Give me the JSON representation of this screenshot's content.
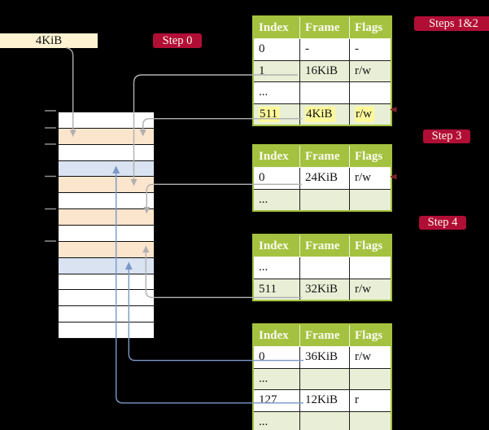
{
  "frame_size_label": "4KiB",
  "badges": {
    "step0": "Step 0",
    "steps12": "Steps 1&2",
    "step3": "Step 3",
    "step4": "Step 4"
  },
  "memory_stack": {
    "rows": [
      {
        "fill": "white"
      },
      {
        "fill": "orange"
      },
      {
        "fill": "white"
      },
      {
        "fill": "blue"
      },
      {
        "fill": "orange"
      },
      {
        "fill": "white"
      },
      {
        "fill": "orange"
      },
      {
        "fill": "white"
      },
      {
        "fill": "orange"
      },
      {
        "fill": "blue"
      },
      {
        "fill": "white"
      },
      {
        "fill": "white"
      },
      {
        "fill": "white"
      },
      {
        "fill": "white"
      }
    ]
  },
  "tables": [
    {
      "badge": "Steps 1&2",
      "columns": [
        "Index",
        "Frame",
        "Flags"
      ],
      "rows": [
        {
          "cells": [
            "0",
            "-",
            "-"
          ],
          "shaded": false,
          "highlighted": false
        },
        {
          "cells": [
            "1",
            "16KiB",
            "r/w"
          ],
          "shaded": true,
          "highlighted": false
        },
        {
          "cells": [
            "...",
            "",
            ""
          ],
          "shaded": false,
          "highlighted": false
        },
        {
          "cells": [
            "511",
            "4KiB",
            "r/w"
          ],
          "shaded": true,
          "highlighted": true
        }
      ]
    },
    {
      "badge": "Step 3",
      "columns": [
        "Index",
        "Frame",
        "Flags"
      ],
      "rows": [
        {
          "cells": [
            "0",
            "24KiB",
            "r/w"
          ],
          "shaded": false,
          "highlighted": false
        },
        {
          "cells": [
            "...",
            "",
            ""
          ],
          "shaded": true,
          "highlighted": false
        }
      ]
    },
    {
      "badge": "Step 4",
      "columns": [
        "Index",
        "Frame",
        "Flags"
      ],
      "rows": [
        {
          "cells": [
            "...",
            "",
            ""
          ],
          "shaded": false,
          "highlighted": false
        },
        {
          "cells": [
            "511",
            "32KiB",
            "r/w"
          ],
          "shaded": true,
          "highlighted": false
        }
      ]
    },
    {
      "badge": "",
      "columns": [
        "Index",
        "Frame",
        "Flags"
      ],
      "rows": [
        {
          "cells": [
            "0",
            "36KiB",
            "r/w"
          ],
          "shaded": false,
          "highlighted": false
        },
        {
          "cells": [
            "...",
            "",
            ""
          ],
          "shaded": true,
          "highlighted": false
        },
        {
          "cells": [
            "127",
            "12KiB",
            "r"
          ],
          "shaded": false,
          "highlighted": false
        },
        {
          "cells": [
            "...",
            "",
            ""
          ],
          "shaded": true,
          "highlighted": false
        }
      ]
    }
  ],
  "arrows": [
    {
      "from": "4KiB label",
      "to": "frame row 2",
      "color": "gray"
    },
    {
      "from": "table1 row 1 (16KiB)",
      "to": "frame row 5",
      "color": "gray"
    },
    {
      "from": "table1 row 511 (4KiB)",
      "to": "frame row 2",
      "color": "gray"
    },
    {
      "from": "table2 row 0 (24KiB)",
      "to": "frame row 7",
      "color": "gray"
    },
    {
      "from": "table3 row 511 (32KiB)",
      "to": "frame row 9",
      "color": "gray"
    },
    {
      "from": "table4 row 0 (36KiB)",
      "to": "frame row 10",
      "color": "blue"
    },
    {
      "from": "table4 row 127 (12KiB)",
      "to": "frame row 4",
      "color": "blue"
    }
  ],
  "colors": {
    "background": "#000000",
    "header_green": "#a4c23f",
    "row_green": "#e9efd6",
    "highlight_yellow": "#fdf99b",
    "frame_orange": "#fce5cd",
    "frame_blue": "#dae3f2",
    "badge_red": "#b10e36",
    "label_cream": "#fdf3d2",
    "gray_connector": "#b0b0b0",
    "blue_connector": "#7b97c8"
  }
}
